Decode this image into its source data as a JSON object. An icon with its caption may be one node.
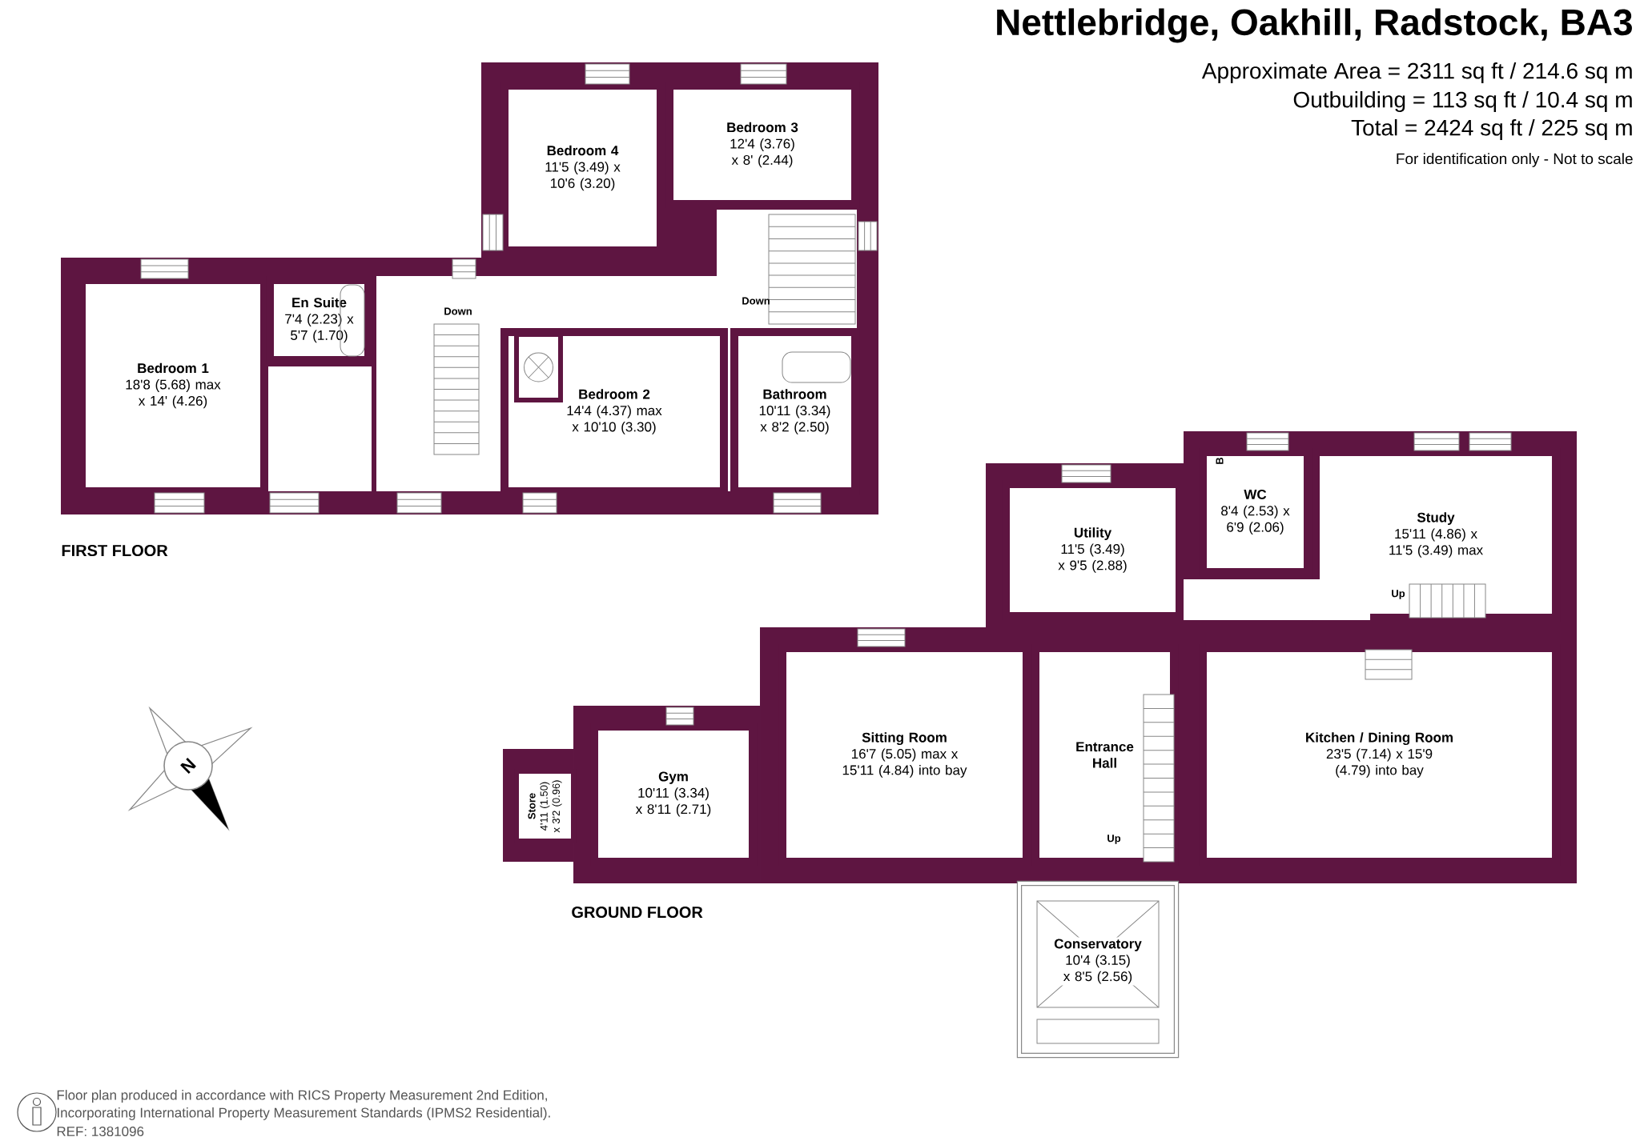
{
  "diagram": {
    "title": "Nettlebridge, Oakhill, Radstock, BA3",
    "nodes": [
      {
        "text": [
          "Bedroom 4",
          "11'5 (3.49) x 10'6 (3.20)"
        ]
      },
      {
        "text": [
          "Bedroom 3",
          "12'4 (3.76) x 8' (2.44)"
        ]
      },
      {
        "text": [
          "Bedroom 1",
          "18'8 (5.68) max x 14' (4.26)"
        ]
      },
      {
        "text": [
          "En Suite",
          "7'4 (2.23) x 5'7 (1.70)"
        ]
      },
      {
        "text": [
          "Bedroom 2",
          "14'4 (4.37) max x 10'10 (3.30)"
        ]
      },
      {
        "text": [
          "Bathroom",
          "10'11 (3.34) x 8'2 (2.50)"
        ]
      },
      {
        "text": [
          "Utility",
          "11'5 (3.49) x 9'5 (2.88)"
        ]
      },
      {
        "text": [
          "WC",
          "8'4 (2.53) x 6'9 (2.06)"
        ]
      },
      {
        "text": [
          "Study",
          "15'11 (4.86) x 11'5 (3.49) max"
        ]
      },
      {
        "text": [
          "Sitting Room",
          "16'7 (5.05) max x 15'11 (4.84) into bay"
        ]
      },
      {
        "text": [
          "Entrance Hall"
        ]
      },
      {
        "text": [
          "Kitchen / Dining Room",
          "23'5 (7.14) x 15'9 (4.79) into bay"
        ]
      },
      {
        "text": [
          "Store",
          "4'11 (1.50) x 3'2 (0.96)"
        ]
      },
      {
        "text": [
          "Gym",
          "10'11 (3.34) x 8'11 (2.71)"
        ]
      },
      {
        "text": [
          "Conservatory",
          "10'4 (3.15) x 8'5 (2.56)"
        ]
      }
    ],
    "labels": [
      "Approximate Area = 2311 sq ft / 214.6 sq m",
      "Outbuilding = 113 sq ft / 10.4 sq m",
      "Total = 2424 sq ft / 225 sq m",
      "For identification only - Not to scale",
      "Down",
      "Down",
      "FIRST FLOOR",
      "B",
      "Up",
      "N",
      "Up",
      "GROUND FLOOR",
      "Floor plan produced in accordance with RICS Property Measurement 2nd Edition,",
      "Incorporating International Property Measurement Standards (IPMS2 Residential).",
      "REF: 1381096"
    ]
  }
}
